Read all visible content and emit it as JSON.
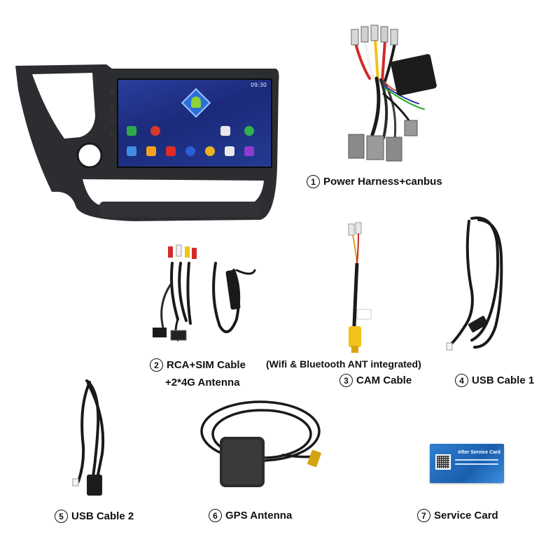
{
  "items": [
    {
      "num": "1",
      "label": "Power Harness+canbus"
    },
    {
      "num": "2",
      "label": "RCA+SIM Cable",
      "sub": "+2*4G Antenna"
    },
    {
      "num": "3",
      "label": "CAM Cable"
    },
    {
      "num": "4",
      "label": "USB Cable 1"
    },
    {
      "num": "5",
      "label": "USB Cable 2"
    },
    {
      "num": "6",
      "label": "GPS Antenna"
    },
    {
      "num": "7",
      "label": "Service Card"
    }
  ],
  "note": "(Wifi & Bluetooth ANT integrated)",
  "service_card": {
    "title": "After Service Card"
  },
  "screen": {
    "status": "09:30"
  },
  "colors": {
    "cable": "#1a1a1a",
    "bezel": "#2b2d30",
    "screen": "#1f2f86",
    "card": "#2a72c4",
    "rca_yellow": "#f2c21b",
    "rca_red": "#d32a2a",
    "rca_white": "#f2f2f2"
  },
  "icons": [
    "android-icon",
    "gps-puck-icon",
    "qr-code-icon"
  ]
}
